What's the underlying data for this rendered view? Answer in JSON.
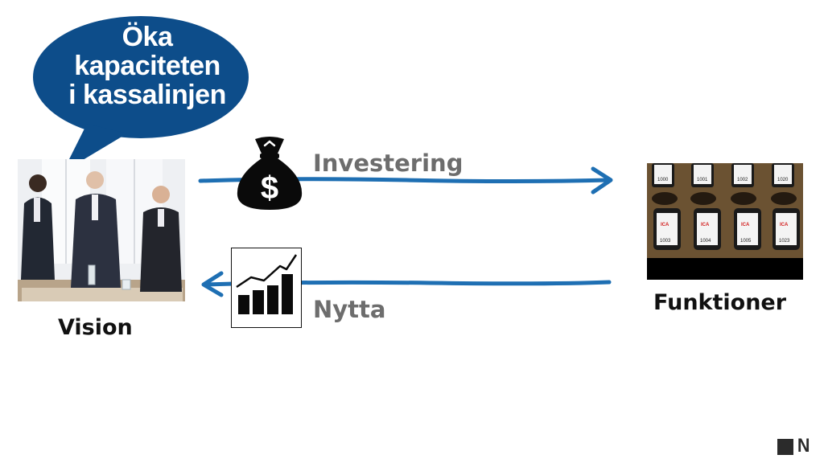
{
  "bubble": {
    "lines": [
      "Öka",
      "kapaciteten",
      "i kassalinjen"
    ],
    "color": "#0d4d8a"
  },
  "labels": {
    "vision": "Vision",
    "funktioner": "Funktioner",
    "investering": "Investering",
    "nytta": "Nytta"
  },
  "device_numbers": {
    "top": [
      "1000",
      "1001",
      "1002",
      "1020"
    ],
    "bottom": [
      "1003",
      "1004",
      "1005",
      "1023"
    ]
  },
  "device_brand": "ICA",
  "arrow_color": "#1e6fb3",
  "money_bag_symbol": "$",
  "logo_glyph": "N"
}
